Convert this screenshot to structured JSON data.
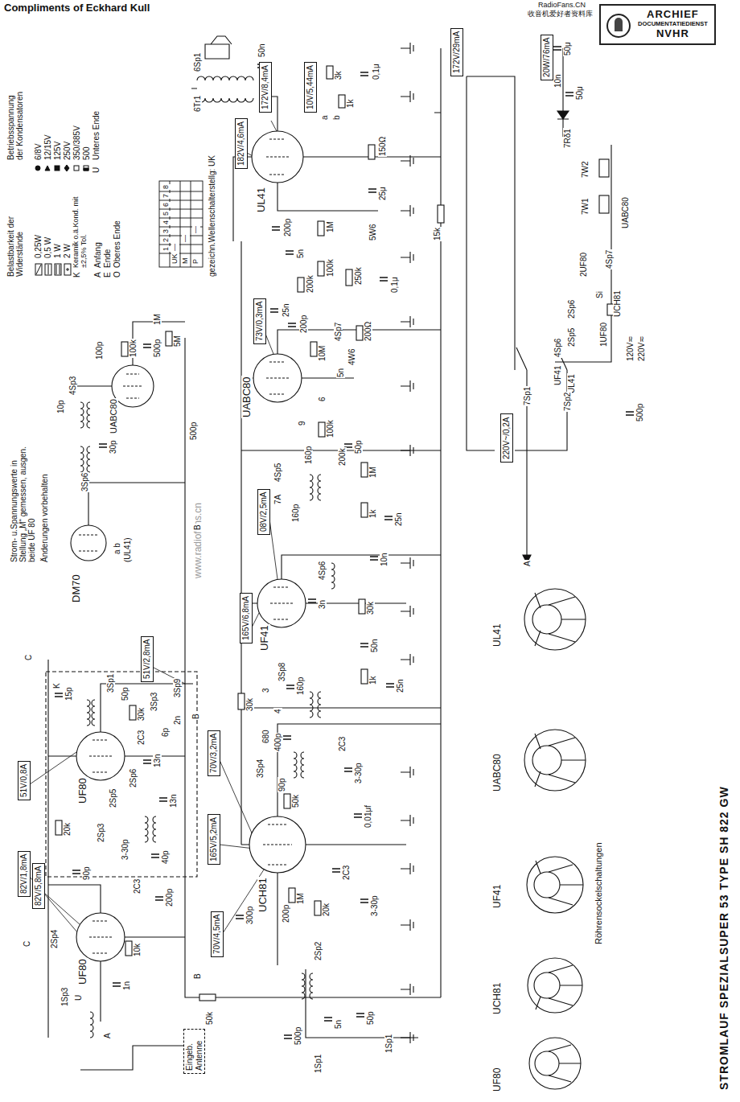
{
  "diagram": {
    "title": "STROMLAUF SPEZIALSUPER 53 TYPE SH 822 GW",
    "nodes": [
      {
        "text": [
          "ARCHIEF",
          "DOCUMENTATIEDIENST",
          "NVHR"
        ]
      },
      {
        "text": [
          "182V/4,6mA"
        ]
      },
      {
        "text": [
          "172V/8,4mA"
        ]
      },
      {
        "text": [
          "10V/5,44mA"
        ]
      },
      {
        "text": [
          "172V/29mA"
        ]
      },
      {
        "text": [
          "20W/76mA"
        ]
      },
      {
        "text": [
          "73V/0,3mA"
        ]
      },
      {
        "text": [
          "08V/2,5mA"
        ]
      },
      {
        "text": [
          "165V/6,8mA"
        ]
      },
      {
        "text": [
          "51V/2,8mA"
        ]
      },
      {
        "text": [
          "51V/0,8A"
        ]
      },
      {
        "text": [
          "82V/1,8mA"
        ]
      },
      {
        "text": [
          "82V/5,8mA"
        ]
      },
      {
        "text": [
          "70V/3,2mA"
        ]
      },
      {
        "text": [
          "165V/5,2mA"
        ]
      },
      {
        "text": [
          "70V/4,5mA"
        ]
      },
      {
        "text": [
          "220V~/0,2A"
        ]
      },
      {
        "text": [
          "Eingeb. Antenne"
        ]
      }
    ],
    "labels": [
      "Compliments of Eckhard Kull",
      "RadioFans.CN",
      "收音机爱好者资料库",
      "www.radiofans.cn",
      "Betriebsspannung der Kondensatoren",
      "6/8V",
      "12/15V",
      "125V",
      "250V",
      "350/385V",
      "500",
      "U",
      "Unteres Ende",
      "Belastbarkeit der Widerstände",
      "0,25W",
      "0,5 W",
      "1 W",
      "2 W",
      "K",
      "Keramik o.ä.Kond. mit ±2,5% Tol.",
      "A",
      "Anfang",
      "E",
      "Ende",
      "O",
      "Oberes Ende",
      "Strom- u.Spannungswerte in Stellung „M“ gemessen, ausgen. beide UF 80",
      "Änderungen vorbehalten",
      "1",
      "2",
      "3",
      "4",
      "5",
      "6",
      "7",
      "8",
      "UK",
      "M",
      "P",
      "—",
      "—",
      "—",
      "gezeichn.Wellenschalterstellg: UK",
      "UL41",
      "UABC80",
      "UF41",
      "UCH81",
      "UF80",
      "UF80",
      "DM70",
      "UABC80",
      "a b",
      "(UL41)",
      "6Sp1",
      "6Tr1",
      "50n",
      "3k",
      "1k",
      "0,1μ",
      "a",
      "b",
      "150Ω",
      "25μ",
      "200p",
      "5n",
      "1M",
      "200k",
      "100k",
      "25n",
      "200p",
      "250k",
      "5W6",
      "0,1μ",
      "15k",
      "10M",
      "4Sp7",
      "4W6",
      "200Ω",
      "5n",
      "6",
      "9",
      "160p",
      "100k",
      "200k",
      "50p",
      "1M",
      "1k",
      "25n",
      "4Sp5",
      "7A",
      "160p",
      "30k",
      "10n",
      "4Sp6",
      "3n",
      "3Sp8",
      "160p",
      "50n",
      "1k",
      "25n",
      "30k",
      "3",
      "4",
      "680",
      "400p",
      "3Sp4",
      "90p",
      "50k",
      "2C3",
      "3-30p",
      "0,01μf",
      "1M",
      "20k",
      "2C3",
      "3-30p",
      "300p",
      "200p",
      "2Sp2",
      "500p",
      "1Sp1",
      "5n",
      "50p",
      "1Sp1",
      "K",
      "15p",
      "3Sp1",
      "50p",
      "30k",
      "2C3",
      "6p",
      "3Sp3",
      "2n",
      "3Sp9",
      "13n",
      "2Sp6",
      "2Sp5",
      "20k",
      "13n",
      "2Sp3",
      "3-30p",
      "40p",
      "90p",
      "2C3",
      "200p",
      "2Sp4",
      "10k",
      "1n",
      "U",
      "1Sp3",
      "50k",
      "A",
      "B",
      "C",
      "C",
      "B",
      "B",
      "3Sp6",
      "30p",
      "4Sp3",
      "10p",
      "100p",
      "100k",
      "500p",
      "1M",
      "5M",
      "500p",
      "50μ",
      "10n",
      "50μ",
      "7Rδ1",
      "7W2",
      "7W1",
      "UABC80",
      "4Sp7",
      "UCH81",
      "1UF80",
      "2UF80",
      "2Sp6",
      "2Sp5",
      "4Sp6",
      "UF41",
      "UL41",
      "120V≂",
      "220V≂",
      "Si",
      "7Sp1",
      "7Sp2",
      "500p",
      "A",
      "Röhrensockelschaltungen",
      "UL41",
      "UABC80",
      "UF41",
      "UCH81",
      "UF80"
    ]
  }
}
